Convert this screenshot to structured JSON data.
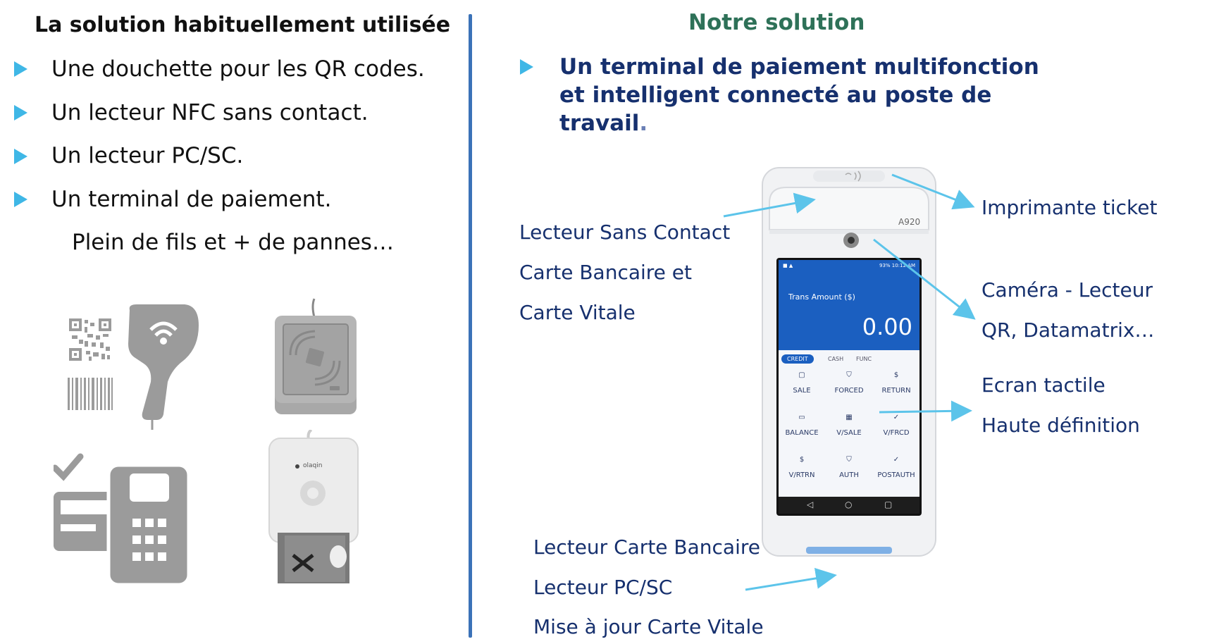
{
  "left": {
    "title": "La solution habituellement utilisée",
    "items": [
      "Une douchette pour les QR codes.",
      "Un lecteur NFC sans contact.",
      "Un lecteur PC/SC.",
      "Un terminal de paiement."
    ],
    "note": "Plein de fils et + de pannes…"
  },
  "right": {
    "title": "Notre solution",
    "headline": [
      "Un terminal de paiement multifonction",
      "et intelligent connecté au poste de",
      "travail"
    ],
    "headline_end": ".",
    "labels": {
      "contactless": [
        "Lecteur Sans Contact",
        "Carte Bancaire et",
        "Carte Vitale"
      ],
      "printer": "Imprimante ticket",
      "camera": [
        "Caméra - Lecteur",
        "QR, Datamatrix…"
      ],
      "screen": [
        "Ecran tactile",
        "Haute définition"
      ],
      "card_reader": [
        "Lecteur Carte Bancaire",
        "Lecteur PC/SC",
        "Mise à jour Carte Vitale"
      ]
    }
  },
  "terminal": {
    "model": "A920",
    "status_right": "93%  10:12 AM",
    "trans_label": "Trans Amount ($)",
    "amount": "0.00",
    "tabs": [
      "CREDIT",
      "CASH",
      "FUNC"
    ],
    "buttons": [
      "SALE",
      "FORCED",
      "RETURN",
      "BALANCE",
      "V/SALE",
      "V/FRCD",
      "V/RTRN",
      "AUTH",
      "POSTAUTH"
    ]
  },
  "reader_brand": "olaqin",
  "colors": {
    "accent_arrow": "#5cc4ea",
    "bullet": "#3fb7e6",
    "label_blue": "#16306e",
    "title_green": "#2e7158",
    "divider": "#3b72b8",
    "screen_blue": "#1b5fc0"
  }
}
